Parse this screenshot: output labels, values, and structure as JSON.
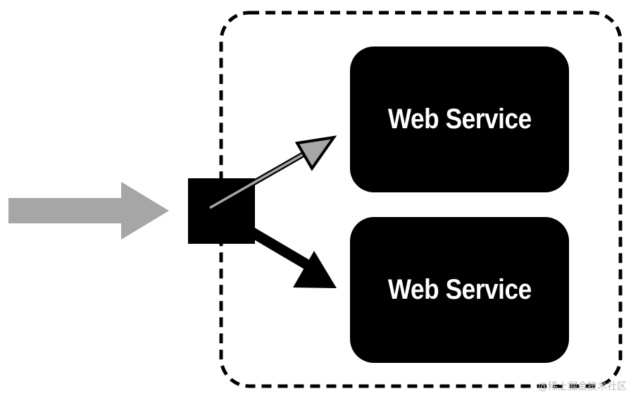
{
  "services": [
    {
      "label": "Web Service"
    },
    {
      "label": "Web Service"
    }
  ],
  "watermark": "@稀土掘金技术社区",
  "colors": {
    "box_fill": "#000000",
    "box_text": "#ffffff",
    "incoming_arrow": "#a6a6a6",
    "gray_arrow_fill": "#a6a6a6",
    "black_arrow": "#000000",
    "dashed_border": "#000000",
    "background": "#ffffff"
  },
  "icons": {
    "incoming": "arrow-right-icon",
    "router": "square-node-icon"
  }
}
